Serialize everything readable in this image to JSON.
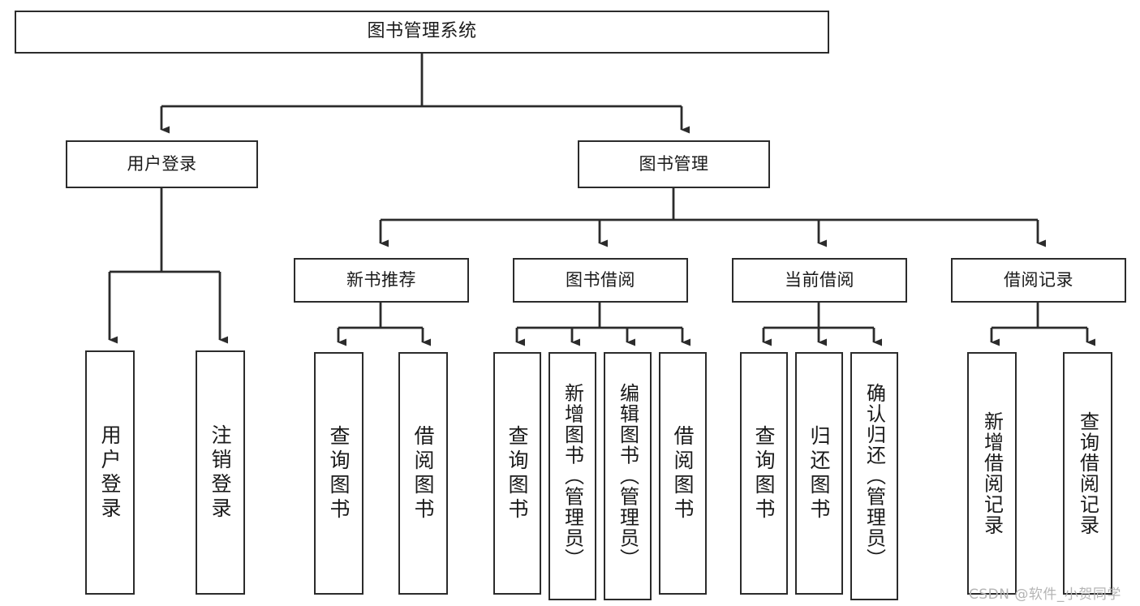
{
  "diagram": {
    "title": "图书管理系统",
    "type": "tree",
    "watermark": "CSDN @软件_小贺同学",
    "stroke_color": "#2b2b2b",
    "fill_color": "#ffffff",
    "text_color": "#1a1a1a",
    "watermark_color": "#b4b4b4"
  },
  "nodes": {
    "root": {
      "label": "图书管理系统",
      "level": 1
    },
    "l2": [
      {
        "id": "user-login",
        "label": "用户登录",
        "level": 2
      },
      {
        "id": "book-manage",
        "label": "图书管理",
        "level": 2
      }
    ],
    "l3": [
      {
        "id": "new-book-rec",
        "label": "新书推荐",
        "level": 3
      },
      {
        "id": "book-borrow",
        "label": "图书借阅",
        "level": 3
      },
      {
        "id": "current-borrow",
        "label": "当前借阅",
        "level": 3
      },
      {
        "id": "borrow-record",
        "label": "借阅记录",
        "level": 3
      }
    ],
    "leaves": [
      {
        "id": "leaf-user-login",
        "label": "用户登录",
        "parent": "user-login"
      },
      {
        "id": "leaf-user-logout",
        "label": "注销登录",
        "parent": "user-login"
      },
      {
        "id": "leaf-query-book-1",
        "label": "查询图书",
        "parent": "new-book-rec"
      },
      {
        "id": "leaf-borrow-book-1",
        "label": "借阅图书",
        "parent": "new-book-rec"
      },
      {
        "id": "leaf-query-book-2",
        "label": "查询图书",
        "parent": "book-borrow"
      },
      {
        "id": "leaf-add-book",
        "label": "新增图书（管理员）",
        "parent": "book-borrow"
      },
      {
        "id": "leaf-edit-book",
        "label": "编辑图书（管理员）",
        "parent": "book-borrow"
      },
      {
        "id": "leaf-borrow-book-2",
        "label": "借阅图书",
        "parent": "book-borrow"
      },
      {
        "id": "leaf-query-book-3",
        "label": "查询图书",
        "parent": "current-borrow"
      },
      {
        "id": "leaf-return-book",
        "label": "归还图书",
        "parent": "current-borrow"
      },
      {
        "id": "leaf-confirm-return",
        "label": "确认归还（管理员）",
        "parent": "current-borrow"
      },
      {
        "id": "leaf-add-record",
        "label": "新增借阅记录",
        "parent": "borrow-record"
      },
      {
        "id": "leaf-query-record",
        "label": "查询借阅记录",
        "parent": "borrow-record"
      }
    ]
  }
}
